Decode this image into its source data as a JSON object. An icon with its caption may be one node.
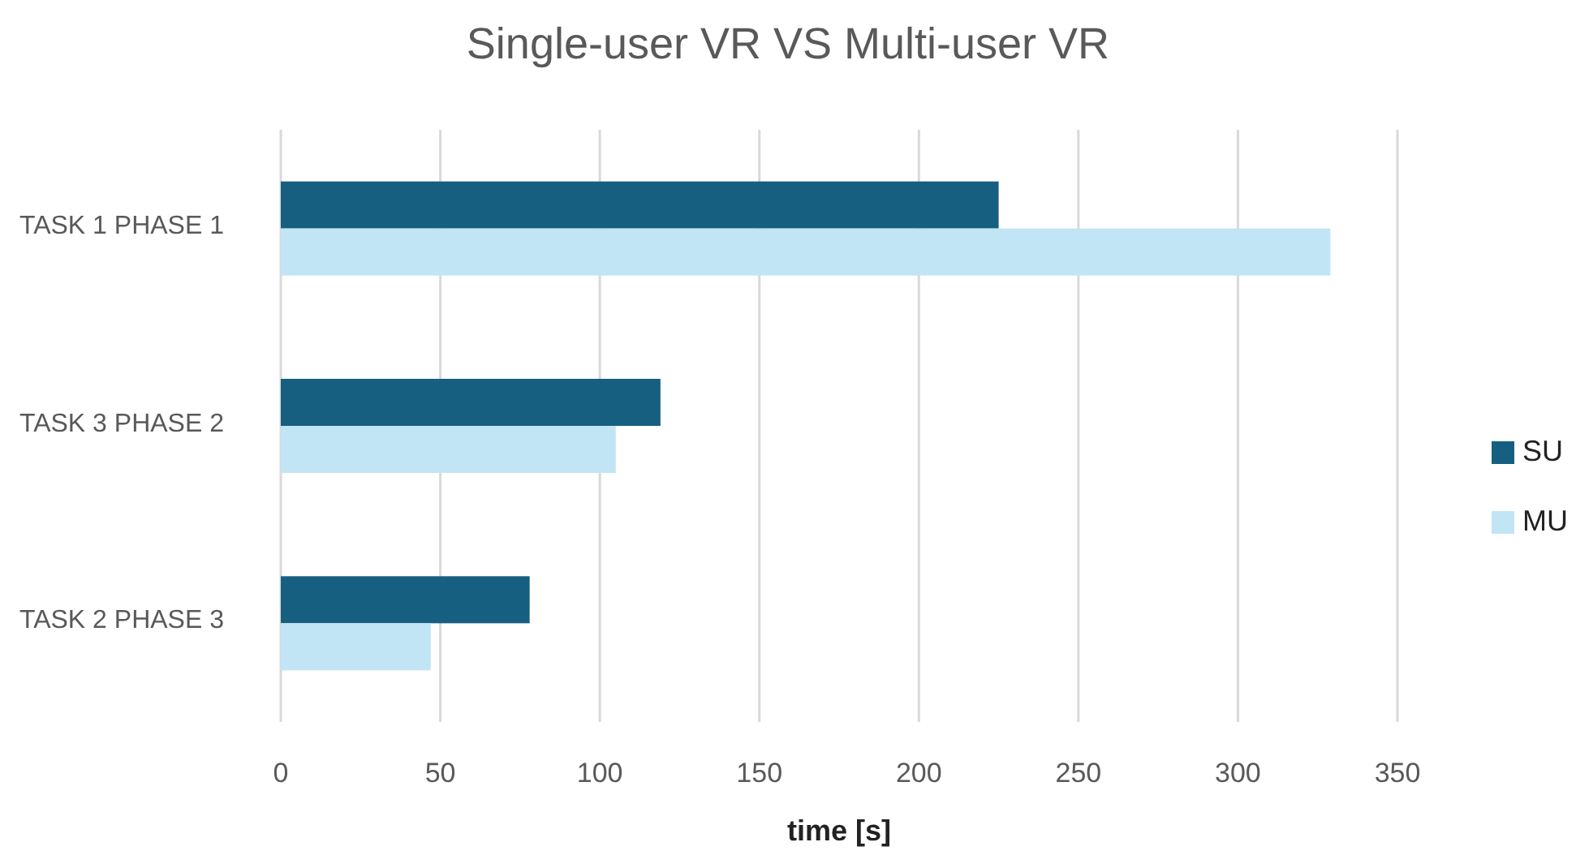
{
  "diagram": {
    "title": "Single-user VR VS Multi-user VR",
    "chart_data": {
      "type": "bar",
      "orientation": "horizontal",
      "xlabel": "time [s]",
      "categories": [
        "TASK 1 PHASE 1",
        "TASK 3 PHASE 2",
        "TASK 2 PHASE 3"
      ],
      "series": [
        {
          "name": "SU",
          "color": "#175f80",
          "values": [
            225,
            119,
            78
          ]
        },
        {
          "name": "MU",
          "color": "#c1e5f5",
          "values": [
            329,
            105,
            47
          ]
        }
      ],
      "grid": true,
      "legend": true,
      "xlim": [
        0,
        350
      ],
      "xticks": [
        0,
        50,
        100,
        150,
        200,
        250,
        300,
        350
      ]
    }
  }
}
